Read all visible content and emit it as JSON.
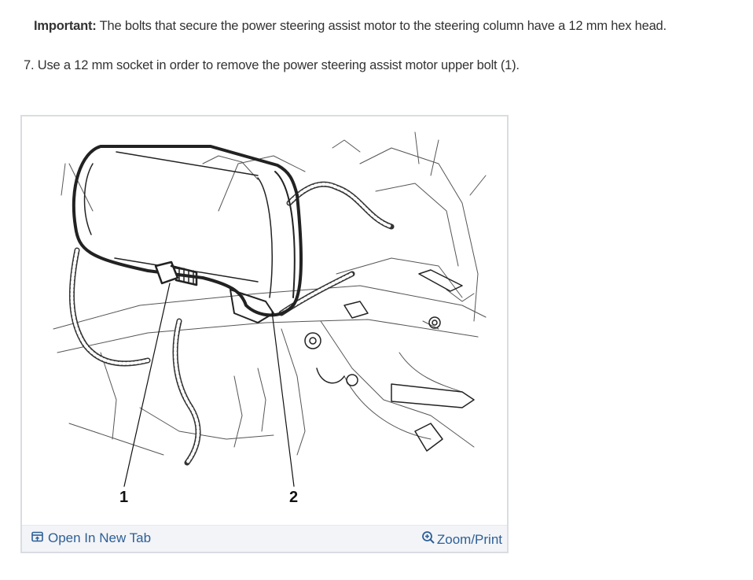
{
  "important": {
    "label": "Important:",
    "text": " The bolts that secure the power steering assist motor to the steering column have a 12 mm hex head."
  },
  "step": {
    "text": "7. Use a 12 mm socket in order to remove the power steering assist motor upper bolt (1)."
  },
  "figure": {
    "callouts": [
      "1",
      "2"
    ],
    "open_link_label": "Open In New Tab",
    "open_icon": "open-tab-icon",
    "zoom_link_label": "Zoom/Print",
    "zoom_icon": "zoom-in-icon",
    "link_color": "#2c5f97"
  }
}
